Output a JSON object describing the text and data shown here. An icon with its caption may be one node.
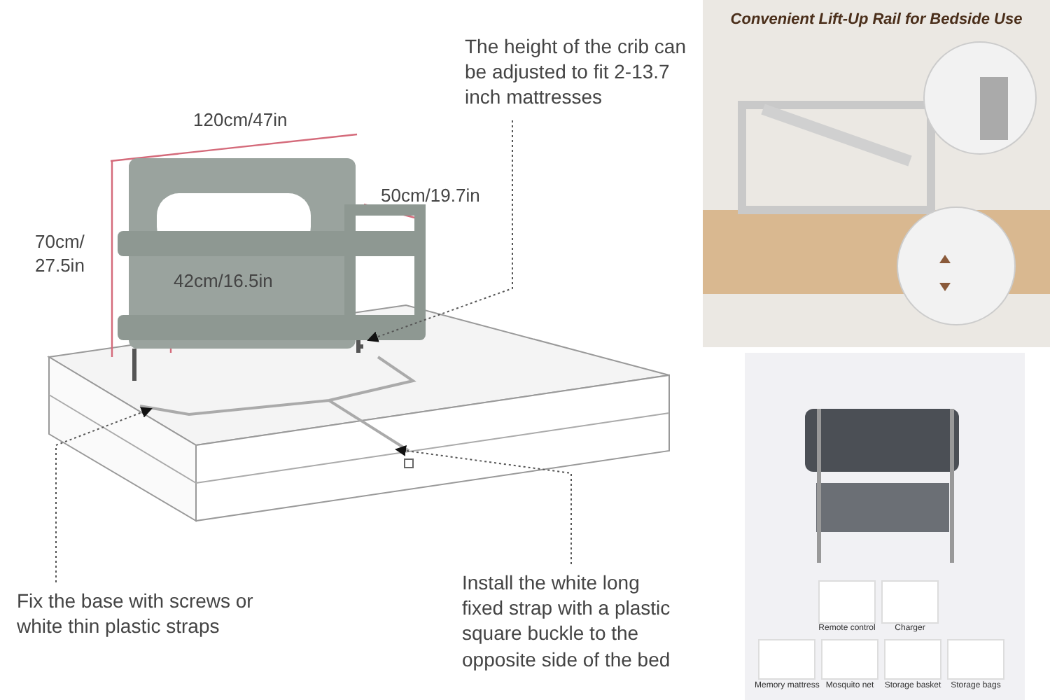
{
  "diagram": {
    "nodes": [
      {
        "text": [
          "The height of the crib can be adjusted to fit 2-13.7 inch mattresses"
        ]
      },
      {
        "text": [
          "Fix the base with screws or white thin plastic straps"
        ]
      },
      {
        "text": [
          "Install the white long fixed strap with a plastic square buckle to the opposite side of the bed"
        ]
      }
    ],
    "edges": [
      {
        "from": 0,
        "to": null,
        "arrow": "to",
        "style": "dashed"
      },
      {
        "from": 1,
        "to": null,
        "arrow": "to",
        "style": "dashed"
      },
      {
        "from": 2,
        "to": null,
        "arrow": "to",
        "style": "dashed"
      }
    ],
    "labels": [
      "120cm/47in",
      "50cm/19.7in",
      "70cm/ 27.5in",
      "42cm/16.5in",
      "Convenient Lift-Up Rail for Bedside Use",
      "Remote control",
      "Charger",
      "Memory mattress",
      "Mosquito net",
      "Storage basket",
      "Storage bags"
    ]
  }
}
